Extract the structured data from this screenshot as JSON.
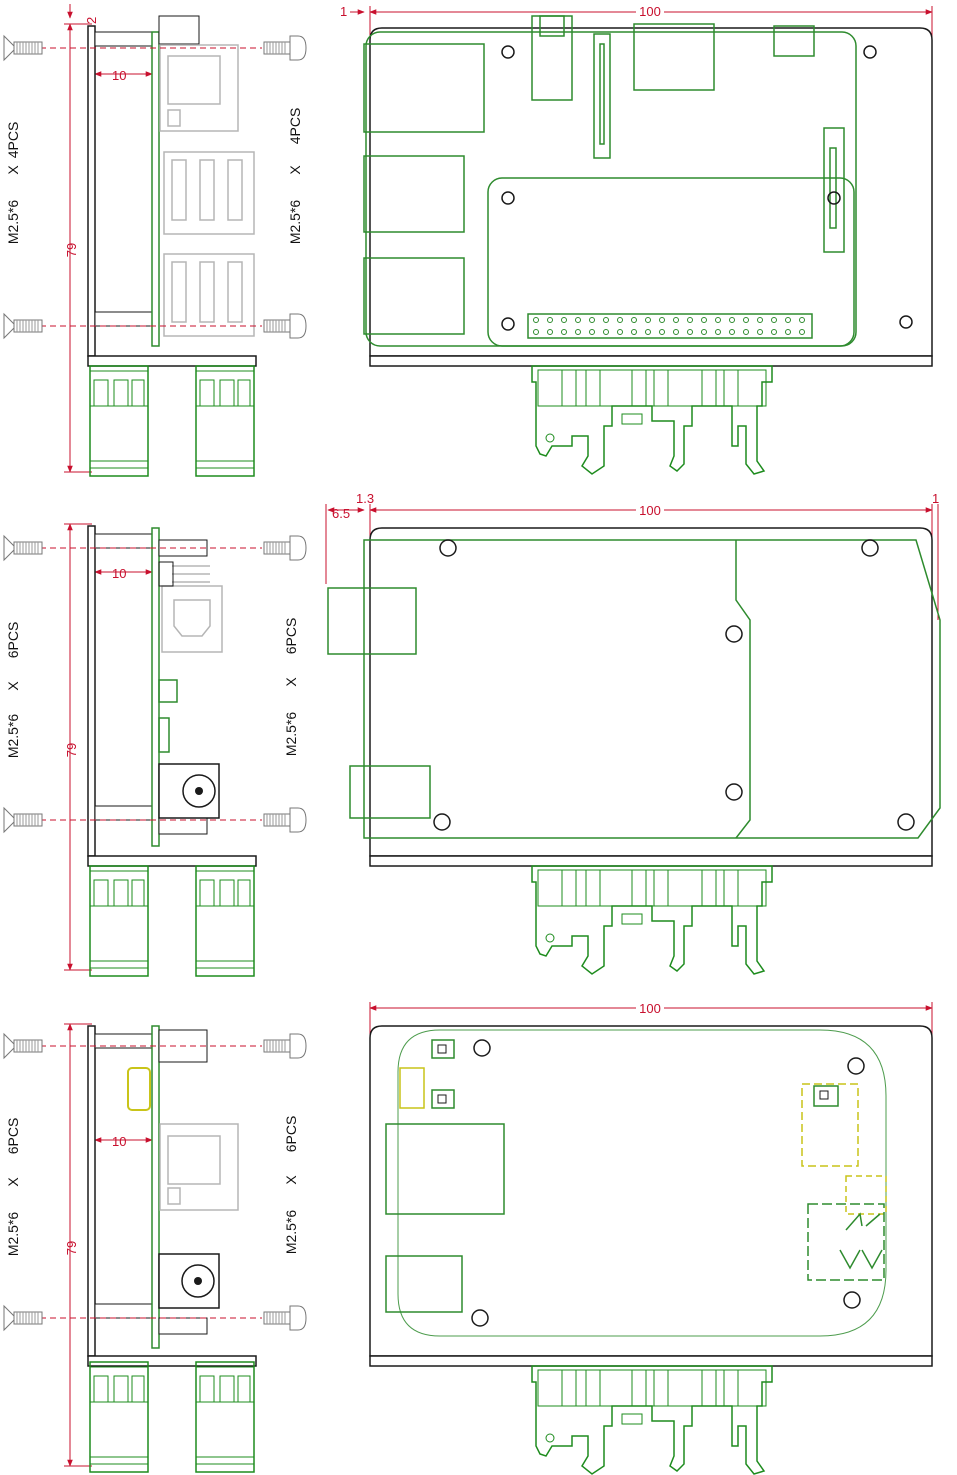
{
  "panels": [
    {
      "screws_left": [
        "4PCS",
        "X",
        "M2.5*6"
      ],
      "screws_right": [
        "4PCS",
        "X",
        "M2.5*6"
      ],
      "dim_offset": "2",
      "dim_depth": "10",
      "dim_height": "79",
      "dim_edge_left": "1",
      "dim_width": "100"
    },
    {
      "screws_left": [
        "6PCS",
        "X",
        "M2.5*6"
      ],
      "screws_right": [
        "6PCS",
        "X",
        "M2.5*6"
      ],
      "dim_depth": "10",
      "dim_height": "79",
      "dim_overhang": "6.5",
      "dim_edge_left": "1.3",
      "dim_width": "100",
      "dim_edge_right": "1"
    },
    {
      "screws_left": [
        "6PCS",
        "X",
        "M2.5*6"
      ],
      "screws_right": [
        "6PCS",
        "X",
        "M2.5*6"
      ],
      "dim_depth": "10",
      "dim_height": "79",
      "dim_width": "100"
    }
  ],
  "colors": {
    "outline": "#1a1a1a",
    "board": "#2e8b2e",
    "dimension": "#c8102e",
    "component_gray": "#b5b5b5",
    "connector_yellow": "#c9c419",
    "rail_green": "#1e8c1e"
  }
}
